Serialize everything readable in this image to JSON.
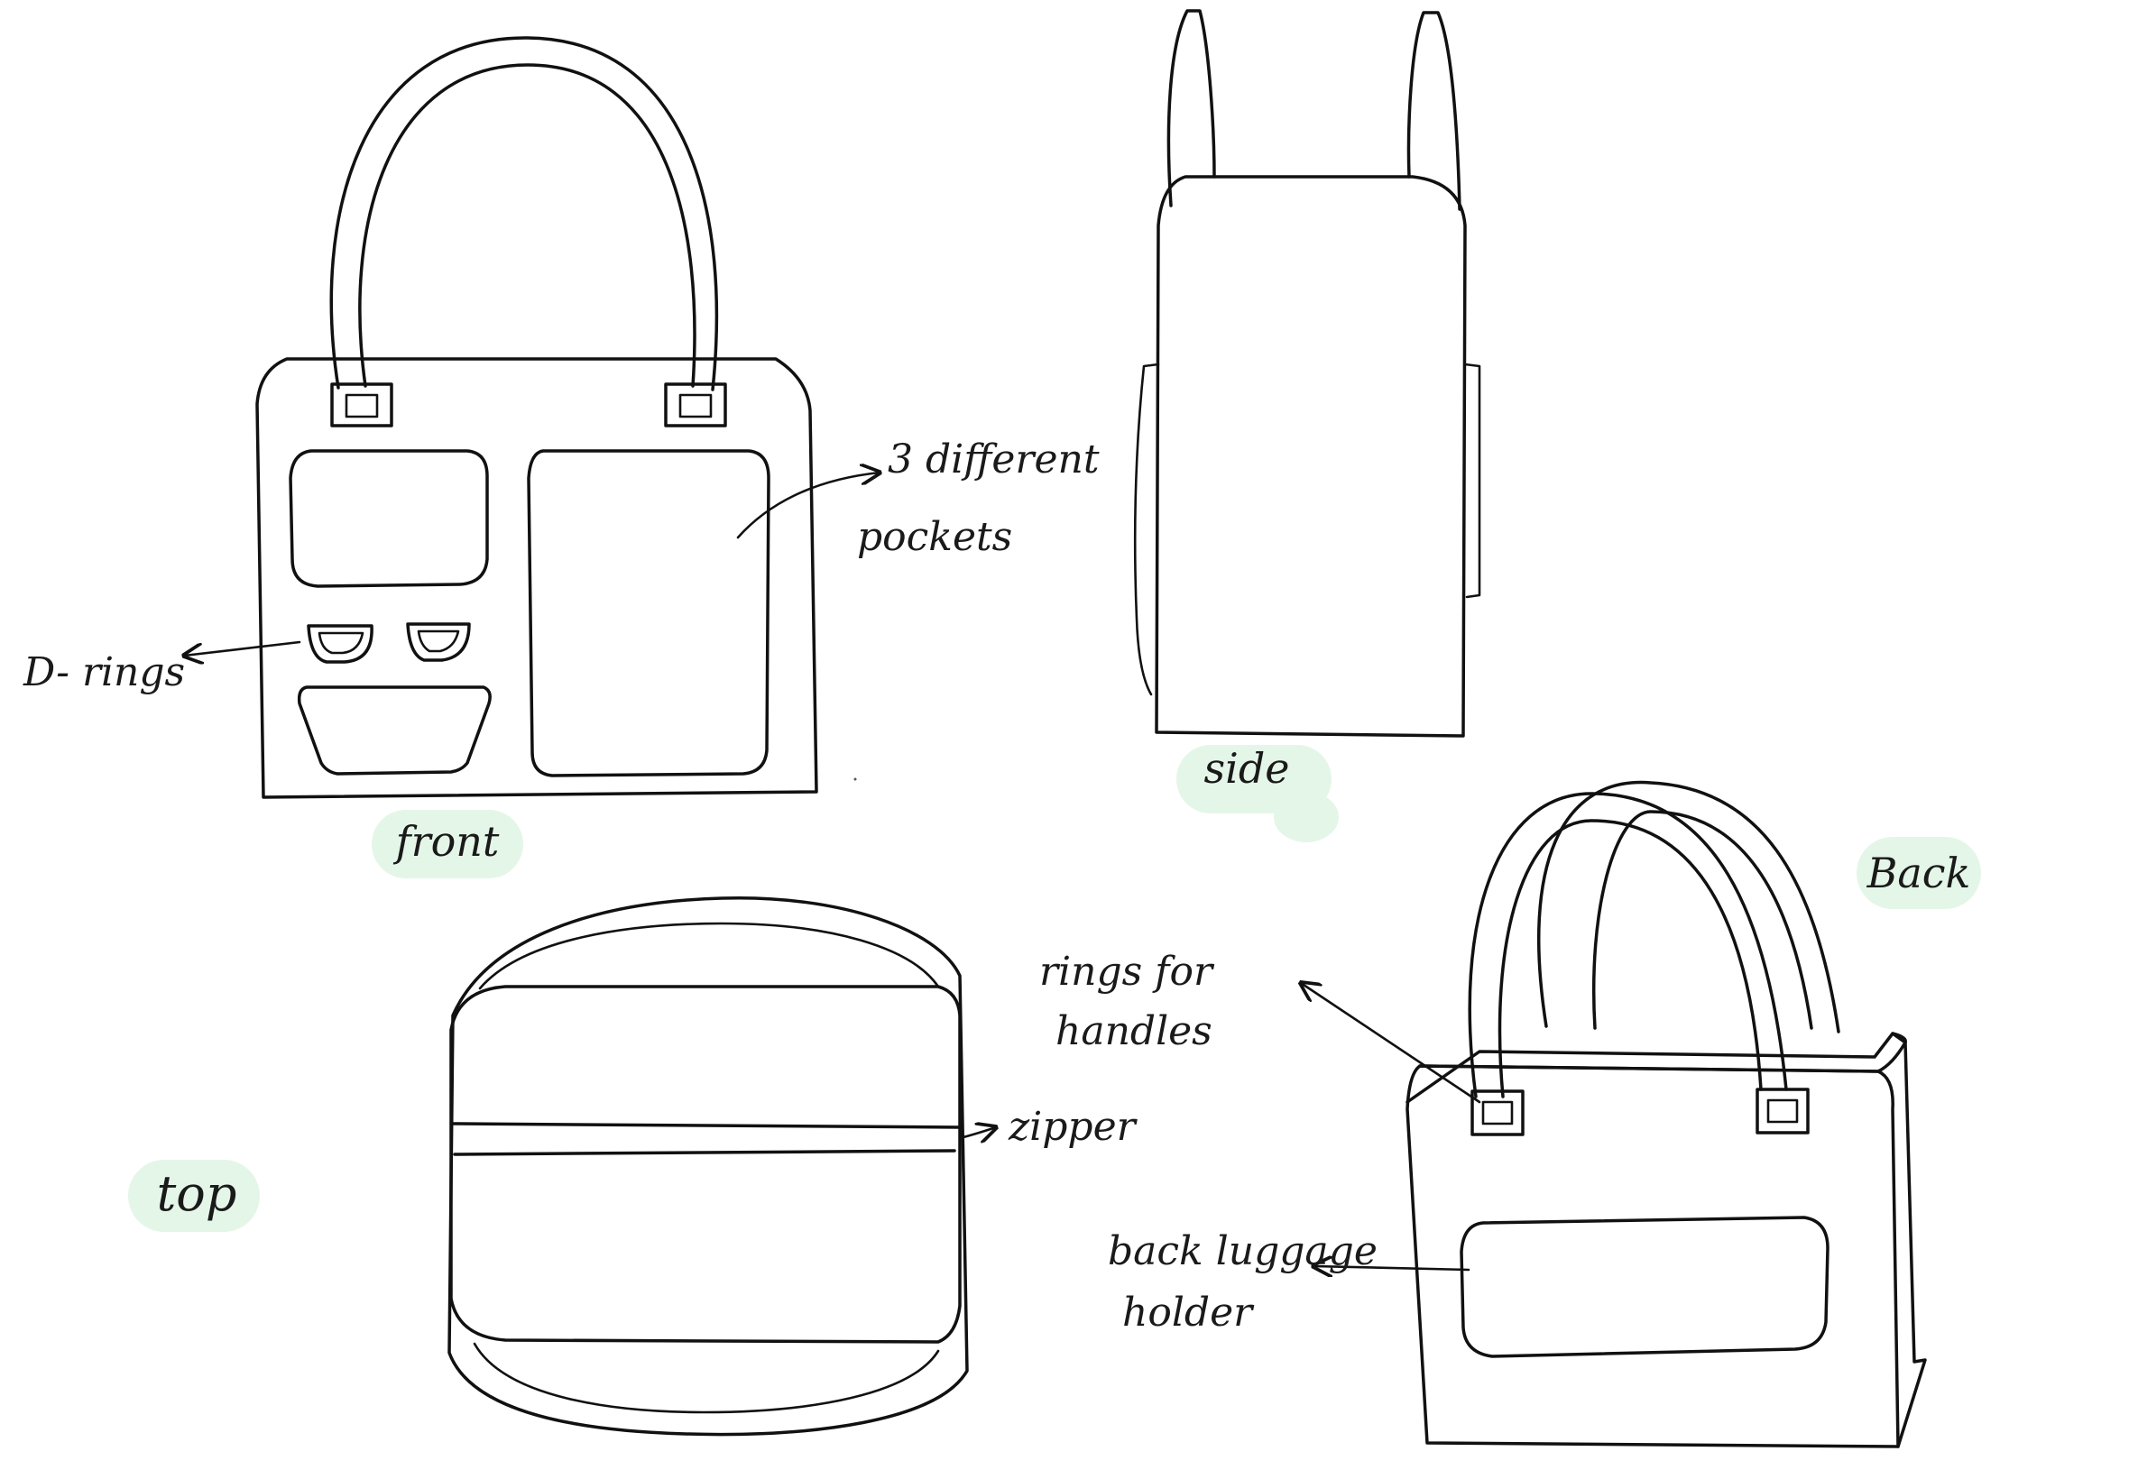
{
  "views": {
    "front": "front",
    "side": "side",
    "back": "Back",
    "top": "top"
  },
  "annotations": {
    "pockets_line1": "3 different",
    "pockets_line2": "pockets",
    "d_rings": "D- rings",
    "rings_line1": "rings for",
    "rings_line2": "handles",
    "zipper": "zipper",
    "luggage_line1": "back luggage",
    "luggage_line2": "holder"
  },
  "colors": {
    "ink": "#111111",
    "label_highlight": "#e4f6e8",
    "background": "#ffffff"
  }
}
